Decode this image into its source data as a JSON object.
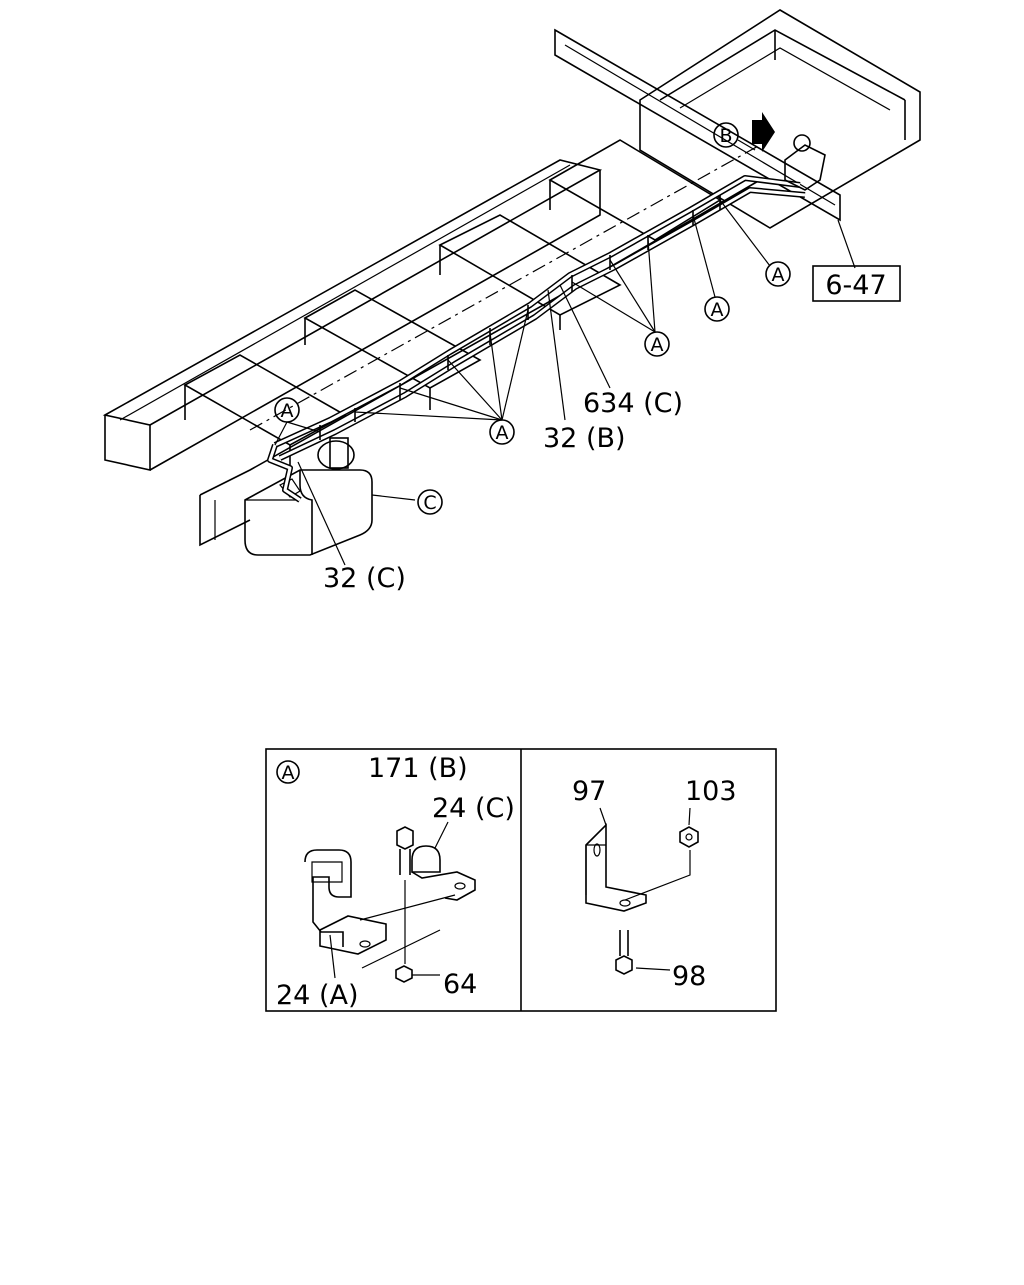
{
  "main_diagram": {
    "circle_labels": {
      "a1": "A",
      "a2": "A",
      "a3": "A",
      "a4": "A",
      "a5": "A",
      "b": "B",
      "c": "C"
    },
    "part_labels": {
      "p634c": "634 (C)",
      "p32b": "32 (B)",
      "p32c": "32 (C)"
    },
    "reference_box": "6-47"
  },
  "detail_panel": {
    "left": {
      "view_label": "A",
      "parts": {
        "p171b": "171 (B)",
        "p24c": "24 (C)",
        "p24a": "24 (A)",
        "p64": "64"
      }
    },
    "right": {
      "parts": {
        "p97": "97",
        "p103": "103",
        "p98": "98"
      }
    }
  }
}
